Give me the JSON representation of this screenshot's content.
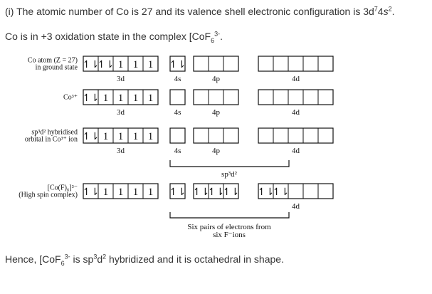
{
  "intro": {
    "prefix": "(i) The atomic number of Co is 27 and its valence shell electronic configuration is 3d",
    "sup1": "7",
    "mid": "4",
    "italic": "s",
    "sup2": "2",
    "suffix": "."
  },
  "oxidation": {
    "prefix": "Co is in +3 oxidation state in the complex [CoF",
    "sub": "6",
    "sup": "3-",
    "suffix": "."
  },
  "conclusion": {
    "prefix": "Hence, [CoF",
    "sub": "6",
    "sup": "3-",
    "mid1": " is sp",
    "sup2": "3",
    "mid2": "d",
    "sup3": "2",
    "suffix": " hybridized and it is octahedral in shape."
  },
  "rows": [
    {
      "label_lines": [
        "Co atom (Z = 27)",
        "in ground state"
      ],
      "d3": [
        "↿⇂",
        "↿⇂",
        "1",
        "1",
        "1"
      ],
      "s4": [
        "↿⇂"
      ],
      "p4": [
        "",
        "",
        ""
      ],
      "d4": [
        "",
        "",
        "",
        "",
        ""
      ],
      "captions": [
        "3d",
        "4s",
        "4p",
        "4d"
      ]
    },
    {
      "label_lines": [
        "Co³⁺"
      ],
      "d3": [
        "↿⇂",
        "1",
        "1",
        "1",
        "1"
      ],
      "s4": [
        ""
      ],
      "p4": [
        "",
        "",
        ""
      ],
      "d4": [
        "",
        "",
        "",
        "",
        ""
      ],
      "captions": [
        "3d",
        "4s",
        "4p",
        "4d"
      ]
    },
    {
      "label_lines": [
        "sp³d² hybridised",
        "orbital in Co³⁺ ion"
      ],
      "d3": [
        "↿⇂",
        "1",
        "1",
        "1",
        "1"
      ],
      "s4": [
        ""
      ],
      "p4": [
        "",
        "",
        ""
      ],
      "d4": [
        "",
        "",
        "",
        "",
        ""
      ],
      "captions": [
        "3d",
        "4s",
        "4p",
        "4d"
      ]
    },
    {
      "label_lines": [
        "[Co(F)₆]³⁻",
        "(High spin complex)"
      ],
      "d3": [
        "↿⇂",
        "1",
        "1",
        "1",
        "1"
      ],
      "s4": [
        "↿⇂"
      ],
      "p4": [
        "↿⇂",
        "↿⇂",
        "↿⇂"
      ],
      "d4": [
        "↿⇂",
        "↿⇂",
        "",
        "",
        ""
      ],
      "captions": [
        "",
        "",
        "",
        "4d"
      ]
    }
  ],
  "hybrid_label": "sp³d²",
  "pairs_label_lines": [
    "Six pairs of electrons from",
    "six F⁻ions"
  ]
}
